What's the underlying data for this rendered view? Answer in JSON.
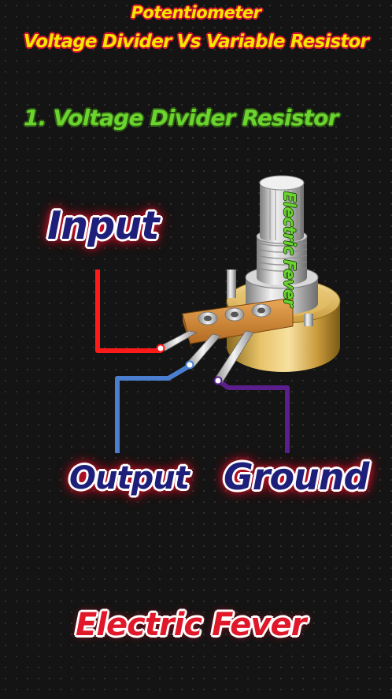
{
  "header": {
    "title": "Potentiometer",
    "subtitle": "Voltage Divider Vs Variable Resistor"
  },
  "section": {
    "title": "1. Voltage Divider Resistor"
  },
  "labels": {
    "input": "Input",
    "output": "Output",
    "ground": "Ground"
  },
  "potentiometer": {
    "shaft_text": "Electric Fever"
  },
  "wires": {
    "input_color": "#ff1a1a",
    "output_color": "#4a7fd0",
    "ground_color": "#5a1f8c"
  },
  "icons": {
    "component": "potentiometer-icon"
  },
  "footer": {
    "brand": "Electric Fever"
  }
}
